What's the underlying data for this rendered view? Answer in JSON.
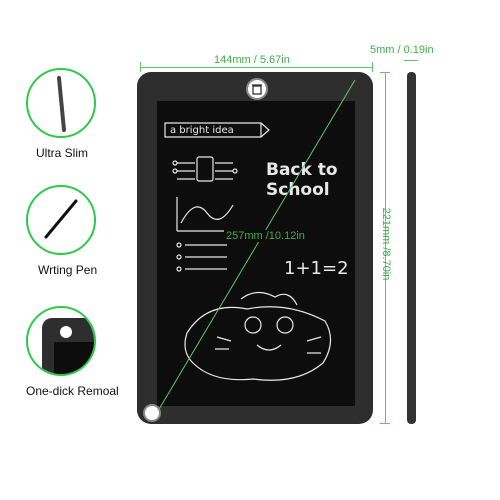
{
  "features": {
    "ultra_slim_label": "Ultra Slim",
    "pen_label": "Wrting Pen",
    "removal_label": "One-dick Remoal"
  },
  "dimensions": {
    "width": "144mm / 5.67in",
    "thickness": "5mm / 0.19in",
    "height": "221mm /8.70in",
    "diagonal": "257mm /10.12in"
  },
  "screen_text": {
    "idea": "a bright idea",
    "back_to_school": "Back to School",
    "equation": "1+1=2"
  },
  "colors": {
    "accent": "#3fae4a",
    "tablet": "#2e2e2e",
    "screen": "#0d0d0d"
  },
  "icons": {
    "clear_button": "trash-icon"
  }
}
